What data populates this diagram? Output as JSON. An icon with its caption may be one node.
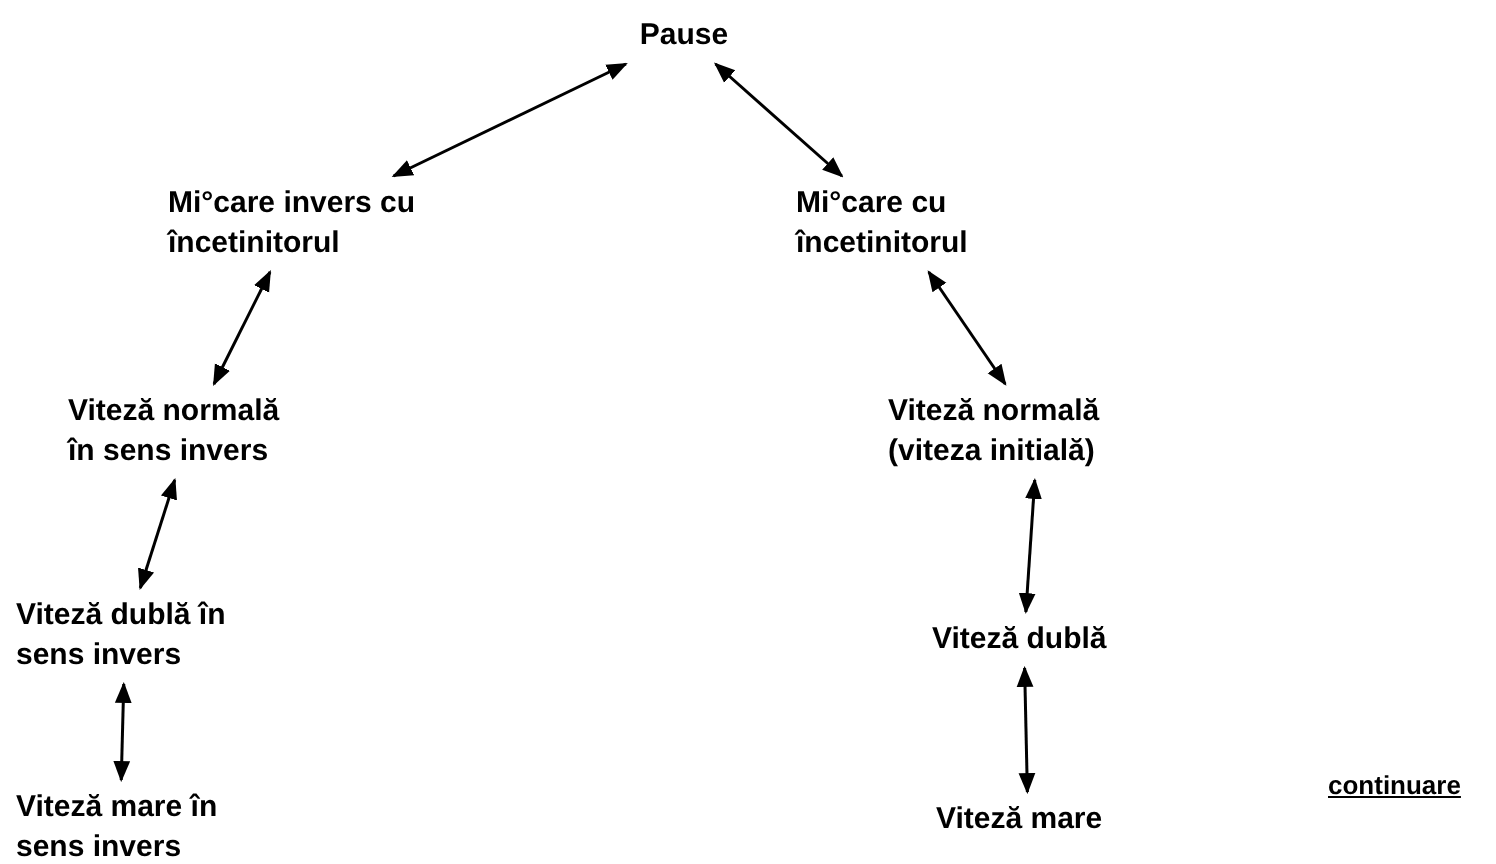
{
  "diagram": {
    "nodes": [
      {
        "text": [
          "Pause"
        ]
      },
      {
        "text": [
          "Mi°care invers cu încetinitorul"
        ]
      },
      {
        "text": [
          "Mi°care cu încetinitorul"
        ]
      },
      {
        "text": [
          "Viteză normală în sens invers"
        ]
      },
      {
        "text": [
          "Viteză normală (viteza initială)"
        ]
      },
      {
        "text": [
          "Viteză dublă în sens invers"
        ]
      },
      {
        "text": [
          "Viteză dublă"
        ]
      },
      {
        "text": [
          "Viteză mare în sens invers"
        ]
      },
      {
        "text": [
          "Viteză mare"
        ]
      }
    ],
    "edges": [
      {
        "from": 0,
        "to": 1,
        "arrow": "both"
      },
      {
        "from": 0,
        "to": 2,
        "arrow": "both"
      },
      {
        "from": 1,
        "to": 3,
        "arrow": "both"
      },
      {
        "from": 2,
        "to": 4,
        "arrow": "both"
      },
      {
        "from": 3,
        "to": 5,
        "arrow": "both"
      },
      {
        "from": 4,
        "to": 6,
        "arrow": "both"
      },
      {
        "from": 5,
        "to": 7,
        "arrow": "both"
      },
      {
        "from": 6,
        "to": 8,
        "arrow": "both"
      }
    ],
    "labels": [
      "continuare"
    ]
  }
}
